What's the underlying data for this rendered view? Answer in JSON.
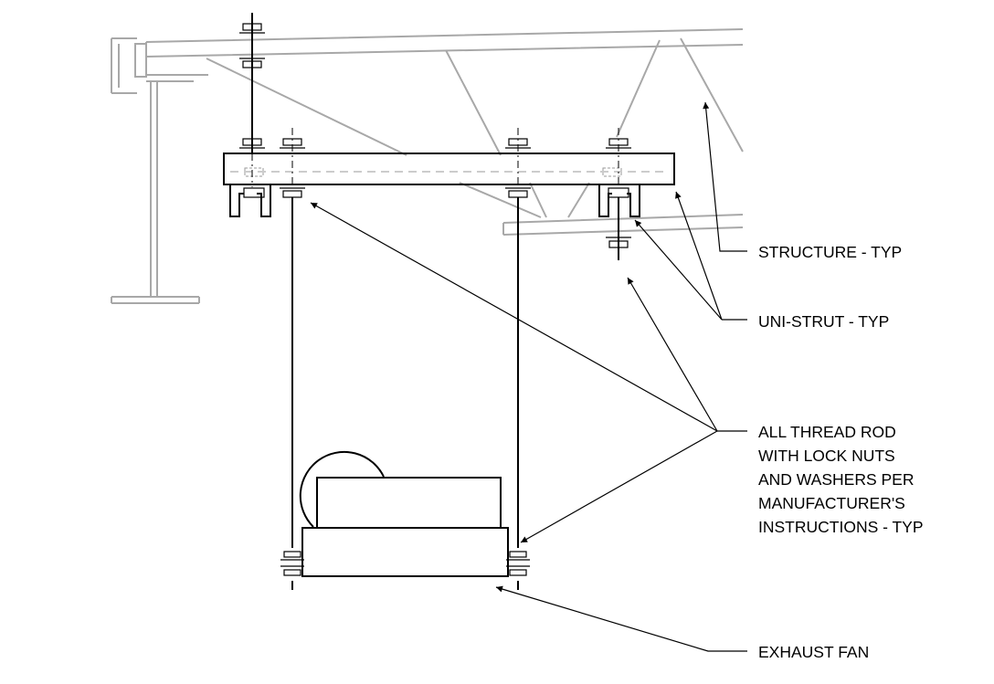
{
  "labels": {
    "structure": "STRUCTURE - TYP",
    "unistrut": "UNI-STRUT - TYP",
    "rod_line1": "ALL THREAD ROD",
    "rod_line2": "WITH LOCK NUTS",
    "rod_line3": "AND WASHERS PER",
    "rod_line4": "MANUFACTURER'S",
    "rod_line5": "INSTRUCTIONS - TYP",
    "fan": "EXHAUST FAN"
  }
}
